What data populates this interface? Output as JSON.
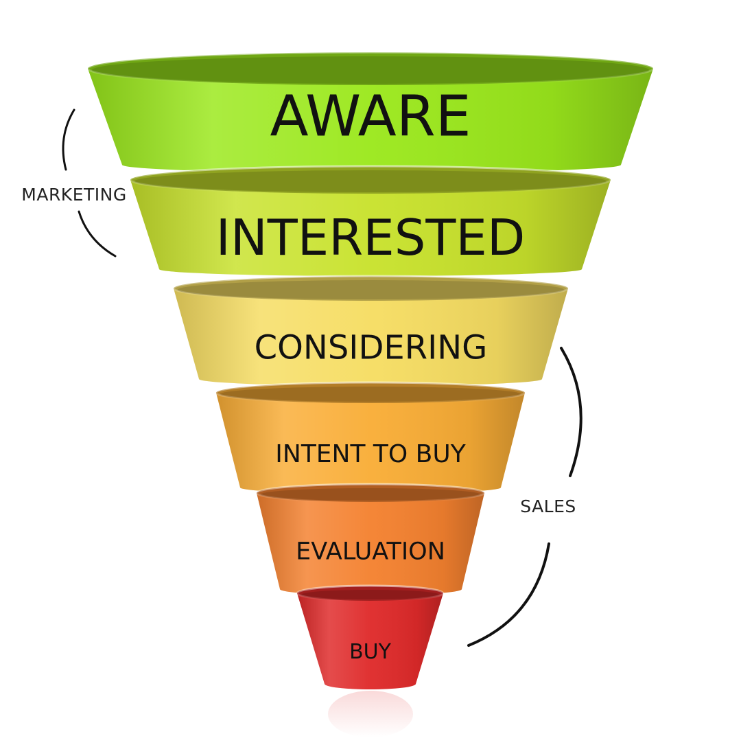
{
  "funnel": {
    "stages": [
      {
        "label": "AWARE",
        "color": "#9be81c"
      },
      {
        "label": "INTERESTED",
        "color": "#c8e22c"
      },
      {
        "label": "CONSIDERING",
        "color": "#f6dd62"
      },
      {
        "label": "INTENT TO BUY",
        "color": "#f9ad36"
      },
      {
        "label": "EVALUATION",
        "color": "#f4812f"
      },
      {
        "label": "BUY",
        "color": "#df2a2a"
      }
    ]
  },
  "groups": {
    "marketing": {
      "label": "MARKETING"
    },
    "sales": {
      "label": "SALES"
    }
  }
}
